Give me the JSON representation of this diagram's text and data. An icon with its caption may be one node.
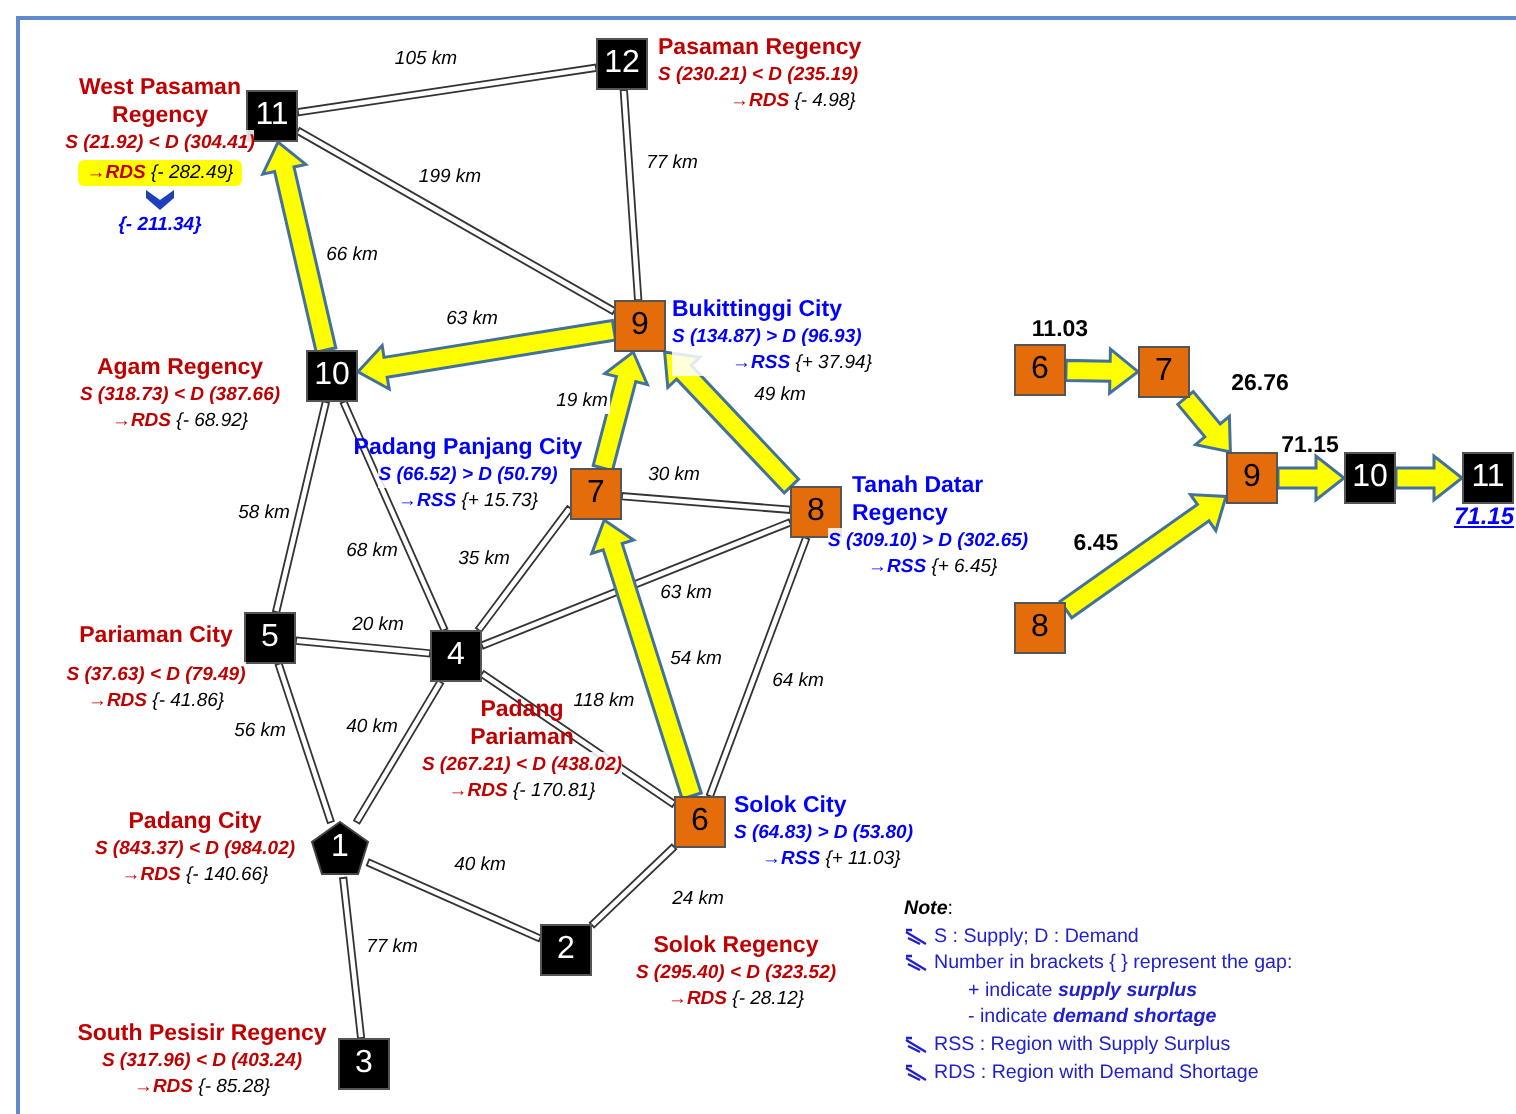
{
  "diagram": {
    "nodes": [
      {
        "text": [
          "1"
        ],
        "beside": [
          "Padang City",
          "S (843.37) < D (984.02)",
          "→RDS {- 140.66}"
        ]
      },
      {
        "text": [
          "2"
        ],
        "beside": [
          "Solok Regency",
          "S (295.40) < D (323.52)",
          "→RDS {- 28.12}"
        ]
      },
      {
        "text": [
          "3"
        ],
        "beside": [
          "South Pesisir Regency",
          "S (317.96) < D (403.24)",
          "→RDS {- 85.28}"
        ]
      },
      {
        "text": [
          "4"
        ],
        "beside": [
          "Padang Pariaman",
          "S (267.21) < D (438.02)",
          "→RDS {- 170.81}"
        ]
      },
      {
        "text": [
          "5"
        ],
        "beside": [
          "Pariaman City",
          "S (37.63) < D (79.49)",
          "→RDS {- 41.86}"
        ]
      },
      {
        "text": [
          "6"
        ],
        "beside": [
          "Solok City",
          "S (64.83) > D (53.80)",
          "→RSS {+ 11.03}"
        ]
      },
      {
        "text": [
          "7"
        ],
        "beside": [
          "Padang Panjang City",
          "S (66.52) > D (50.79)",
          "→RSS {+ 15.73}"
        ]
      },
      {
        "text": [
          "8"
        ],
        "beside": [
          "Tanah Datar Regency",
          "S (309.10) > D (302.65)",
          "→RSS {+ 6.45}"
        ]
      },
      {
        "text": [
          "9"
        ],
        "beside": [
          "Bukittinggi City",
          "S (134.87) > D (96.93)",
          "→RSS {+ 37.94}"
        ]
      },
      {
        "text": [
          "10"
        ],
        "beside": [
          "Agam Regency",
          "S (318.73) < D (387.66)",
          "→RDS {- 68.92}"
        ]
      },
      {
        "text": [
          "11"
        ],
        "beside": [
          "West Pasaman Regency",
          "S (21.92) < D (304.41)",
          "→RDS {- 282.49}",
          "{- 211.34}"
        ]
      },
      {
        "text": [
          "12"
        ],
        "beside": [
          "Pasaman Regency",
          "S (230.21) < D (235.19)",
          "→RDS {- 4.98}"
        ]
      },
      {
        "text": [
          "6"
        ]
      },
      {
        "text": [
          "7"
        ]
      },
      {
        "text": [
          "9"
        ]
      },
      {
        "text": [
          "10"
        ]
      },
      {
        "text": [
          "11"
        ],
        "beside": [
          "71.15"
        ]
      },
      {
        "text": [
          "8"
        ]
      }
    ],
    "edges": [
      {
        "from": 10,
        "to": 11,
        "arrow": "none",
        "label": "105 km"
      },
      {
        "from": 10,
        "to": 8,
        "arrow": "none",
        "label": "199 km"
      },
      {
        "from": 11,
        "to": 8,
        "arrow": "none",
        "label": "77 km"
      },
      {
        "from": 9,
        "to": 10,
        "arrow": "to",
        "label": "66 km",
        "style": "thick",
        "color": "#ffff00"
      },
      {
        "from": 8,
        "to": 9,
        "arrow": "to",
        "label": "63 km",
        "style": "thick",
        "color": "#ffff00"
      },
      {
        "from": 6,
        "to": 8,
        "arrow": "to",
        "label": "19 km",
        "style": "thick",
        "color": "#ffff00"
      },
      {
        "from": 7,
        "to": 8,
        "arrow": "to",
        "label": "49 km",
        "style": "thick",
        "color": "#ffff00"
      },
      {
        "from": 9,
        "to": 4,
        "arrow": "none",
        "label": "58 km"
      },
      {
        "from": 9,
        "to": 3,
        "arrow": "none",
        "label": "68 km"
      },
      {
        "from": 4,
        "to": 3,
        "arrow": "none",
        "label": "20 km"
      },
      {
        "from": 4,
        "to": 0,
        "arrow": "none",
        "label": "56 km"
      },
      {
        "from": 3,
        "to": 0,
        "arrow": "none",
        "label": "40 km"
      },
      {
        "from": 3,
        "to": 6,
        "arrow": "none",
        "label": "35 km"
      },
      {
        "from": 3,
        "to": 7,
        "arrow": "none",
        "label": "63 km"
      },
      {
        "from": 3,
        "to": 5,
        "arrow": "none",
        "label": "118 km"
      },
      {
        "from": 6,
        "to": 7,
        "arrow": "none",
        "label": "30 km"
      },
      {
        "from": 5,
        "to": 6,
        "arrow": "to",
        "label": "54 km",
        "style": "thick",
        "color": "#ffff00"
      },
      {
        "from": 7,
        "to": 5,
        "arrow": "none",
        "label": "64 km"
      },
      {
        "from": 0,
        "to": 1,
        "arrow": "none",
        "label": "40 km"
      },
      {
        "from": 1,
        "to": 5,
        "arrow": "none",
        "label": "24 km"
      },
      {
        "from": 0,
        "to": 2,
        "arrow": "none",
        "label": "77 km"
      },
      {
        "from": 12,
        "to": 13,
        "arrow": "to",
        "label": "11.03",
        "style": "thick",
        "color": "#ffff00"
      },
      {
        "from": 13,
        "to": 14,
        "arrow": "to",
        "label": "26.76",
        "style": "thick",
        "color": "#ffff00"
      },
      {
        "from": 14,
        "to": 15,
        "arrow": "to",
        "label": "71.15",
        "style": "thick",
        "color": "#ffff00"
      },
      {
        "from": 15,
        "to": 16,
        "arrow": "to",
        "style": "thick",
        "color": "#ffff00"
      },
      {
        "from": 17,
        "to": 14,
        "arrow": "to",
        "label": "6.45",
        "style": "thick",
        "color": "#ffff00"
      }
    ],
    "labels": [
      "**Note**:",
      "S : Supply; D : Demand",
      "Number in brackets { } represent the gap:",
      "+  indicate **supply surplus**",
      "-  indicate **demand shortage**",
      "RSS : Region with Supply Surplus",
      "RDS : Region with Demand Shortage"
    ]
  }
}
